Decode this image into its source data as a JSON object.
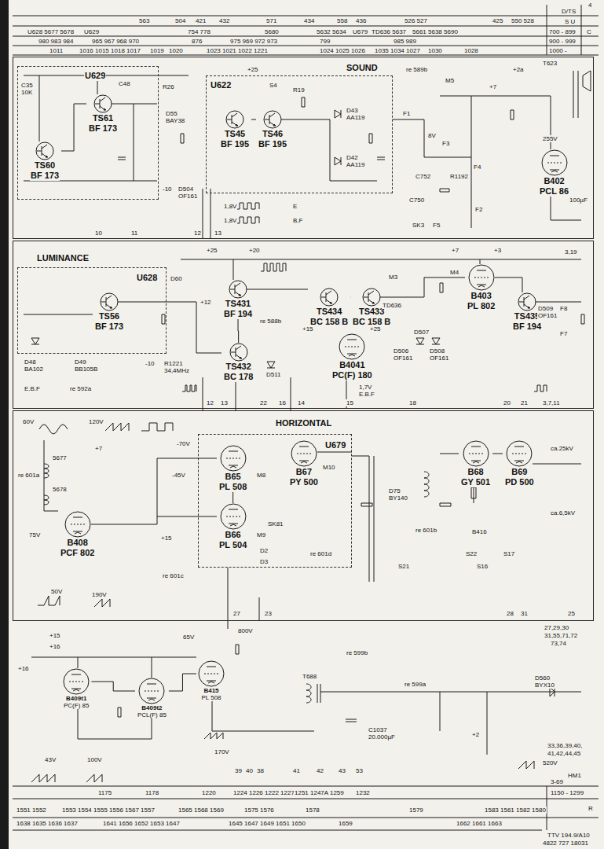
{
  "diagram": {
    "nodes": [
      {
        "text": [
          "SOUND"
        ]
      },
      {
        "text": [
          "U629"
        ],
        "in": 0
      },
      {
        "text": [
          "TS60",
          "BF 173"
        ],
        "in": 1
      },
      {
        "text": [
          "TS61",
          "BF 173"
        ],
        "in": 1
      },
      {
        "text": [
          "U622"
        ],
        "in": 0
      },
      {
        "text": [
          "TS45",
          "BF 195"
        ],
        "in": 4
      },
      {
        "text": [
          "TS46",
          "BF 195"
        ],
        "in": 4
      },
      {
        "text": [
          "B402",
          "PCL 86"
        ],
        "in": 0
      },
      {
        "text": [
          "LUMINANCE"
        ]
      },
      {
        "text": [
          "U628"
        ],
        "in": 8
      },
      {
        "text": [
          "TS56",
          "BF 173"
        ],
        "in": 9
      },
      {
        "text": [
          "TS431",
          "BF 194"
        ],
        "in": 8
      },
      {
        "text": [
          "TS432",
          "BC 178"
        ],
        "in": 8
      },
      {
        "text": [
          "TS434",
          "BC 158 B"
        ],
        "in": 8
      },
      {
        "text": [
          "TS433",
          "BC 158 B"
        ],
        "in": 8
      },
      {
        "text": [
          "B4041",
          "PC(F) 180"
        ],
        "in": 8
      },
      {
        "text": [
          "B403",
          "PL 802"
        ],
        "in": 8
      },
      {
        "text": [
          "TS435",
          "BF 194"
        ],
        "in": 8
      },
      {
        "text": [
          "HORIZONTAL"
        ]
      },
      {
        "text": [
          "U679"
        ],
        "in": 18
      },
      {
        "text": [
          "B65",
          "PL 508"
        ],
        "in": 19
      },
      {
        "text": [
          "B66",
          "PL 504"
        ],
        "in": 19
      },
      {
        "text": [
          "B67",
          "PY 500"
        ],
        "in": 19
      },
      {
        "text": [
          "B68",
          "GY 501"
        ],
        "in": 18
      },
      {
        "text": [
          "B69",
          "PD 500"
        ],
        "in": 18
      },
      {
        "text": [
          "B408",
          "PCF 802"
        ],
        "in": 18
      },
      {
        "text": [
          "B409t1",
          "PC(F) 85"
        ]
      },
      {
        "text": [
          "B409t2",
          "PCL(F) 85"
        ]
      },
      {
        "text": [
          "B415",
          "PL 508"
        ]
      }
    ],
    "edges": [
      {
        "from": 2,
        "to": 3,
        "arrow": "none"
      },
      {
        "from": 5,
        "to": 6,
        "arrow": "none"
      },
      {
        "from": 11,
        "to": 12,
        "arrow": "none"
      },
      {
        "from": 13,
        "to": 14,
        "arrow": "none"
      },
      {
        "from": 20,
        "to": 21,
        "arrow": "none"
      },
      {
        "from": 23,
        "to": 24,
        "arrow": "none"
      },
      {
        "from": 26,
        "to": 27,
        "arrow": "none"
      },
      {
        "from": 27,
        "to": 28,
        "arrow": "none"
      }
    ],
    "labels": [
      "4",
      "563",
      "504",
      "421",
      "432",
      "571",
      "434",
      "558",
      "436",
      "526 527",
      "425",
      "550 528",
      "D/TS",
      "S U",
      "C",
      "700 - 899",
      "900 - 999",
      "1000 -",
      "U628 5677 5678",
      "U629",
      "754 778",
      "5680",
      "5632 5634",
      "U679",
      "TD636 5637",
      "5661 5638 5690",
      "980 983 984",
      "965 967 968 970",
      "876",
      "975 969 972 973",
      "799",
      "985 989",
      "1011",
      "1016 1015 1018 1017",
      "1019",
      "1020",
      "1023 1021 1022 1221",
      "1024 1025 1026",
      "1035 1034 1027",
      "1030",
      "1028",
      "+25",
      "re 589b",
      "M5",
      "+2a",
      "T623",
      "+7",
      "D55",
      "BAY38",
      "D43",
      "AA119",
      "D42",
      "AA119",
      "F1",
      "F3",
      "F4",
      "8V",
      "255V",
      "100µF",
      "C752",
      "R1192",
      "C750",
      "SK3",
      "F5",
      "F2",
      "D504",
      "OF161",
      "-10",
      "1,8V",
      "1,8V",
      "E",
      "B,F",
      "10",
      "11",
      "12",
      "13",
      "C35",
      "10K",
      "C48",
      "R26",
      "R19",
      "S4",
      "+25",
      "+20",
      "+7",
      "+3",
      "3,19",
      "M4",
      "D60",
      "D48",
      "BA102",
      "D49",
      "BB105B",
      "-10",
      "R1221",
      "34,4MHz",
      "re 592a",
      "E.B.F",
      "re 588b",
      "M3",
      "TD636",
      "D511",
      "D507",
      "D508",
      "OF161",
      "D506",
      "OF161",
      "D509",
      "OF161",
      "F8",
      "F7",
      "1,7V",
      "E.B.F",
      "+12",
      "+15",
      "+25",
      "12",
      "13",
      "22",
      "16",
      "14",
      "15",
      "18",
      "20",
      "21",
      "3,7,11",
      "60V",
      "120V",
      "re 601a",
      "5677",
      "5678",
      "+7",
      "75V",
      "50V",
      "190V",
      "-70V",
      "-45V",
      "re 601c",
      "SK81",
      "M8",
      "M9",
      "M10",
      "re 601d",
      "D2",
      "D3",
      "D75",
      "BY140",
      "re 601b",
      "B416",
      "ca.25kV",
      "ca.6,5kV",
      "S21",
      "S22",
      "S17",
      "S16",
      "+15",
      "28",
      "31",
      "25",
      "27",
      "23",
      "+15",
      "+16",
      "+16",
      "800V",
      "65V",
      "T688",
      "C1037",
      "20.000µF",
      "D560",
      "BYX10",
      "100V",
      "43V",
      "170V",
      "520V",
      "HM1",
      "re 599a",
      "re 599b",
      "+2",
      "39",
      "40",
      "38",
      "41",
      "42",
      "43",
      "53",
      "27,29,30",
      "31,55,71,72",
      "73,74",
      "33,36,39,40,",
      "41,42,44,45",
      "3-69",
      "1175",
      "1178",
      "1220",
      "1224 1226 1222 1227",
      "1251 1247A 1259",
      "1232",
      "1150 - 1299",
      "R",
      "1551 1552",
      "1553 1554 1555 1556 1567 1557",
      "1565 1568 1569",
      "1575 1576",
      "1578",
      "1579",
      "1583 1561 1582 1580",
      "1638 1635 1636 1637",
      "1641 1656 1652 1653 1647",
      "1645 1647 1649 1651 1650",
      "1659",
      "1662 1661 1663",
      "TTV 194.9/A10",
      "4822 727 18031"
    ]
  }
}
